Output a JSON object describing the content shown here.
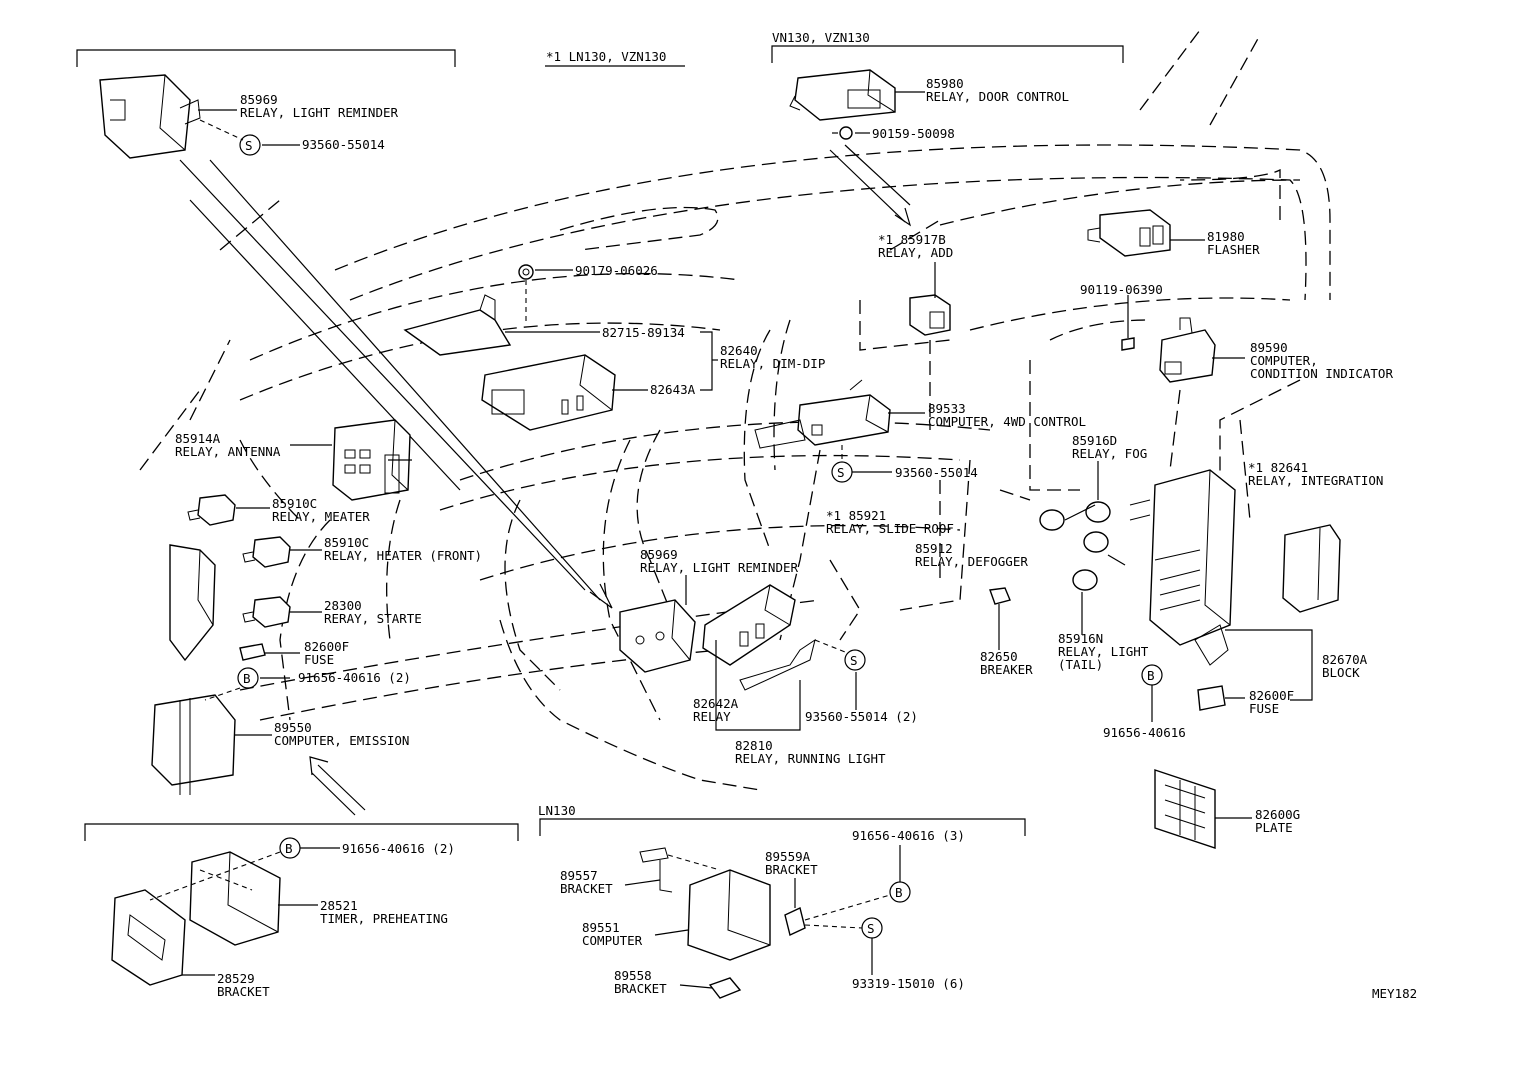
{
  "headers": {
    "top_left_bracket": "",
    "star1": "*1 LN130, VZN130",
    "vn130": "VN130, VZN130",
    "ln130": "LN130"
  },
  "labels": {
    "p85969_top": [
      "85969",
      "RELAY, LIGHT REMINDER"
    ],
    "p93560_top": [
      "93560-55014"
    ],
    "p85980": [
      "85980",
      "RELAY, DOOR CONTROL"
    ],
    "p90159": [
      "90159-50098"
    ],
    "p85917b": [
      "*1  85917B",
      "RELAY, ADD"
    ],
    "p81980": [
      "81980",
      "FLASHER"
    ],
    "p90179": [
      "90179-06026"
    ],
    "p82715": [
      "82715-89134"
    ],
    "p82640": [
      "82640",
      "RELAY, DIM-DIP"
    ],
    "p82643a": [
      "82643A"
    ],
    "p90119": [
      "90119-06390"
    ],
    "p89590": [
      "89590",
      "COMPUTER,",
      "CONDITION INDICATOR"
    ],
    "p89533": [
      "89533",
      "COMPUTER, 4WD CONTROL"
    ],
    "p85914a": [
      "85914A",
      "RELAY, ANTENNA"
    ],
    "p85916d": [
      "85916D",
      "RELAY, FOG"
    ],
    "p93560_mid": [
      "93560-55014"
    ],
    "p82641": [
      "*1  82641",
      "RELAY, INTEGRATION"
    ],
    "p85910c_1": [
      "85910C",
      "RELAY, MEATER"
    ],
    "p85921": [
      "*1  85921",
      "RELAY, SLIDE ROOF"
    ],
    "p85910c_2": [
      "85910C",
      "RELAY, HEATER (FRONT)"
    ],
    "p85969_mid": [
      "85969",
      "RELAY, LIGHT REMINDER"
    ],
    "p85912": [
      "85912",
      "RELAY, DEFOGGER"
    ],
    "p28300": [
      "28300",
      "RERAY, STARTE"
    ],
    "p82600f_left": [
      "82600F",
      "FUSE"
    ],
    "p82650": [
      "82650",
      "BREAKER"
    ],
    "p85916n": [
      "85916N",
      "RELAY, LIGHT",
      "(TAIL)"
    ],
    "p82670a": [
      "82670A",
      "BLOCK"
    ],
    "p91656_left": [
      "91656-40616 (2)"
    ],
    "p82600f_right": [
      "82600F",
      "FUSE"
    ],
    "p82642a": [
      "82642A",
      "RELAY"
    ],
    "p93560_bot": [
      "93560-55014 (2)"
    ],
    "p89550": [
      "89550",
      "COMPUTER, EMISSION"
    ],
    "p91656_right": [
      "91656-40616"
    ],
    "p82810": [
      "82810",
      "RELAY, RUNNING LIGHT"
    ],
    "p82600g": [
      "82600G",
      "PLATE"
    ],
    "p91656_bl": [
      "91656-40616 (2)"
    ],
    "p28521": [
      "28521",
      "TIMER, PREHEATING"
    ],
    "p28529": [
      "28529",
      "BRACKET"
    ],
    "p89557": [
      "89557",
      "BRACKET"
    ],
    "p89559a": [
      "89559A",
      "BRACKET"
    ],
    "p91656_3": [
      "91656-40616 (3)"
    ],
    "p89551": [
      "89551",
      "COMPUTER"
    ],
    "p89558": [
      "89558",
      "BRACKET"
    ],
    "p93319": [
      "93319-15010 (6)"
    ],
    "code": [
      "MEY182"
    ]
  },
  "symbols": {
    "s": "S",
    "b": "B"
  }
}
